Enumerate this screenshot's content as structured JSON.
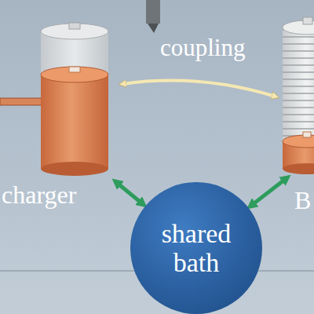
{
  "diagram": {
    "nodes": [
      {
        "text": [
          "charger"
        ]
      },
      {
        "text": [
          "B"
        ]
      },
      {
        "text": [
          "shared bath"
        ]
      }
    ],
    "edges": [
      {
        "from": 0,
        "to": 1,
        "arrow": "both",
        "label": "coupling"
      },
      {
        "from": 0,
        "to": 2,
        "arrow": "both"
      },
      {
        "from": 1,
        "to": 2,
        "arrow": "both"
      }
    ]
  }
}
